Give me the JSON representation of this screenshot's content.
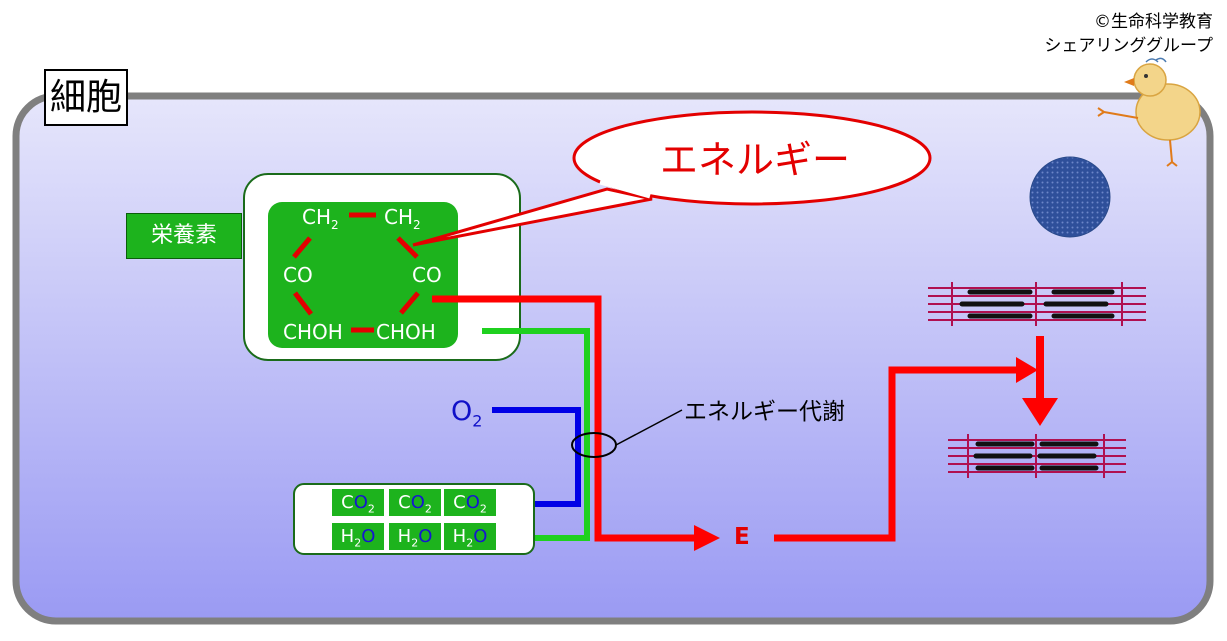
{
  "copyright": {
    "line1": "©生命科学教育",
    "line2": "シェアリンググループ"
  },
  "cell": {
    "label": "細胞"
  },
  "nutrient": {
    "label": "栄養素",
    "ring": {
      "top_left": "CH",
      "top_left_sub": "2",
      "top_right": "CH",
      "top_right_sub": "2",
      "mid_left": "CO",
      "mid_right": "CO",
      "bottom_left": "CHOH",
      "bottom_right": "CHOH"
    }
  },
  "energy_bubble": {
    "text": "エネルギー"
  },
  "metabolism_label": "エネルギー代謝",
  "oxygen": {
    "main": "O",
    "sub": "2"
  },
  "energy_symbol": "E",
  "products": {
    "co2": {
      "c": "C",
      "o": "O",
      "sub": "2"
    },
    "h2o": {
      "h": "H",
      "sub": "2",
      "o": "O"
    }
  },
  "colors": {
    "cell_gradient_top": "#e6e6fb",
    "cell_gradient_bottom": "#9a9af3",
    "cell_border": "#7f7f7f",
    "green": "#1db31d",
    "red": "#ff0000",
    "blue": "#0000e6",
    "nucleus": "#2e4f9a",
    "muscle": "#b01050"
  }
}
